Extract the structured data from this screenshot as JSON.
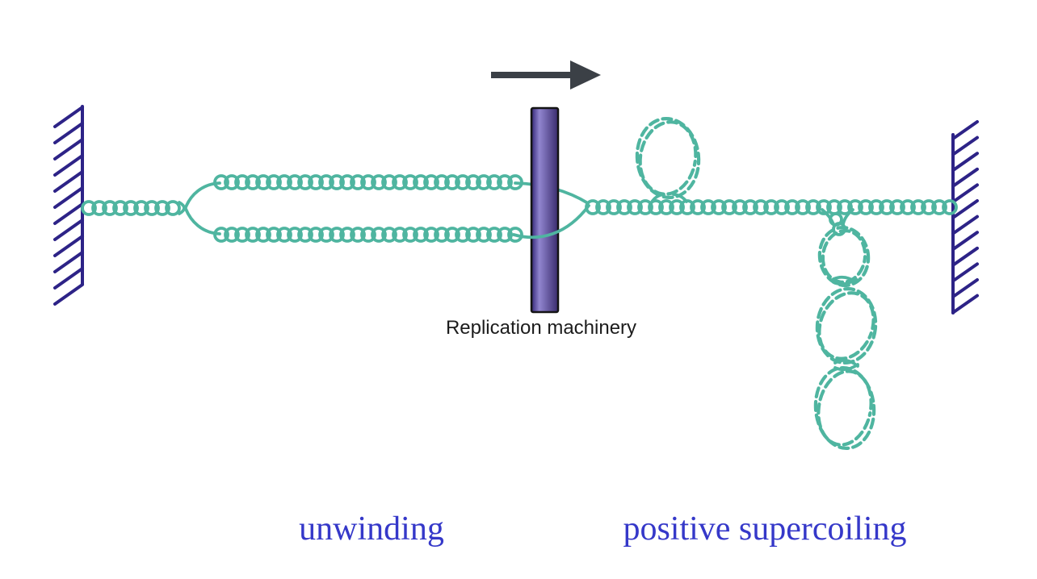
{
  "diagram": {
    "labels": {
      "machinery": "Replication machinery",
      "left_caption": "unwinding",
      "right_caption": "positive supercoiling"
    }
  },
  "theme": {
    "dna-teal": "#4fb5a0",
    "wall-navy": "#2d2387",
    "arrow-gray": "#3b4046",
    "machinery-label": "#1c1c1c",
    "caption-blue": "#3538c9",
    "bar-edge": "#241b4e",
    "bar-highlight": "#9185cf",
    "bar-edge2": "#3a2c6e",
    "bar-border": "#141414",
    "background": "#ffffff"
  }
}
